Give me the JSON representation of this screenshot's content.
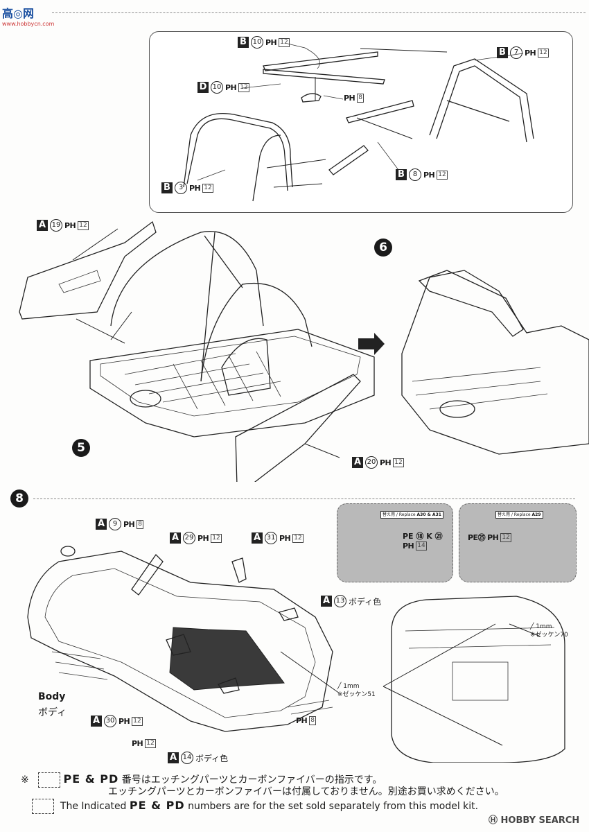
{
  "watermark": {
    "site": "www.hobbycn.com",
    "source": "HOBBY SEARCH"
  },
  "steps": {
    "s5": "5",
    "s6": "6",
    "s8": "8"
  },
  "top_panel": {
    "b10": {
      "letter": "B",
      "num": "10",
      "ph": "PH",
      "phn": "12"
    },
    "b7": {
      "letter": "B",
      "num": "7",
      "ph": "PH",
      "phn": "12"
    },
    "d10": {
      "letter": "D",
      "num": "10",
      "ph": "PH",
      "phn": "12"
    },
    "ph8": {
      "ph": "PH",
      "phn": "8"
    },
    "b8": {
      "letter": "B",
      "num": "8",
      "ph": "PH",
      "phn": "12"
    },
    "b3": {
      "letter": "B",
      "num": "3",
      "ph": "PH",
      "phn": "12"
    }
  },
  "step5": {
    "a19": {
      "letter": "A",
      "num": "19",
      "ph": "PH",
      "phn": "12"
    },
    "a20": {
      "letter": "A",
      "num": "20",
      "ph": "PH",
      "phn": "12"
    }
  },
  "step8": {
    "a9": {
      "letter": "A",
      "num": "9",
      "ph": "PH",
      "phn": "8"
    },
    "a29": {
      "letter": "A",
      "num": "29",
      "ph": "PH",
      "phn": "12"
    },
    "a31": {
      "letter": "A",
      "num": "31",
      "ph": "PH",
      "phn": "12"
    },
    "a13": {
      "letter": "A",
      "num": "13",
      "jp": "ボディ色"
    },
    "a30": {
      "letter": "A",
      "num": "30",
      "ph": "PH",
      "phn": "12"
    },
    "a14": {
      "letter": "A",
      "num": "14",
      "jp": "ボディ色"
    },
    "ph12": {
      "ph": "PH",
      "phn": "12"
    },
    "ph8": {
      "ph": "PH",
      "phn": "8"
    },
    "body_en": "Body",
    "body_jp": "ボディ",
    "decal51": {
      "mm": "1mm",
      "name": "※ゼッケン51"
    },
    "decal70": {
      "mm": "1mm",
      "name": "※ゼッケン70"
    }
  },
  "inset1": {
    "replace_jp": "替え用",
    "replace_en": "Replace",
    "parts": "A30 & A31",
    "pe": "PE",
    "pe_line": "PE ⑱ K ㉑",
    "ph": "PH",
    "phn": "14"
  },
  "inset2": {
    "replace_jp": "替え用",
    "replace_en": "Replace",
    "parts": "A29",
    "pe_line": "PE㉕",
    "ph": "PH",
    "phn": "12"
  },
  "footer": {
    "mark": "※",
    "jp_line1": "番号はエッチングパーツとカーボンファイバーの指示です。",
    "jp_line2": "エッチングパーツとカーボンファイバーは付属しておりません。別途お買い求めください。",
    "pe_pd": "PE & PD",
    "en_pre": "The Indicated",
    "en_post": "numbers are for the set sold separately from this model kit."
  }
}
